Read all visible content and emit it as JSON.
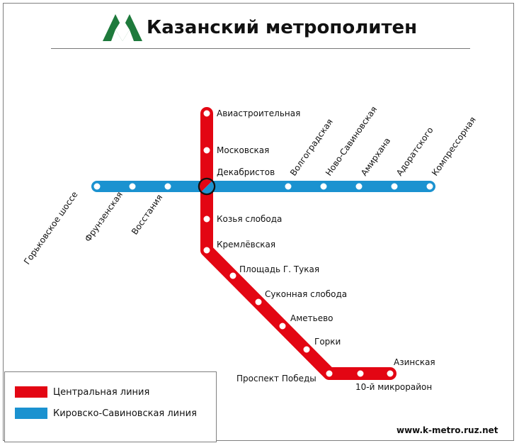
{
  "title": "Казанский метрополитен",
  "colors": {
    "central": "#e30613",
    "kirovsko": "#1b92d0",
    "logo": "#1e7a3c"
  },
  "icons": {
    "logo": "metro-m-logo",
    "interchange": "interchange-ring"
  },
  "central_line": {
    "name": "Центральная линия",
    "stations": [
      {
        "id": "aviastroitelnaya",
        "name": "Авиастроительная"
      },
      {
        "id": "moskovskaya",
        "name": "Московская"
      },
      {
        "id": "dekabristov",
        "name": "Декабристов"
      },
      {
        "id": "kozya-sloboda",
        "name": "Козья слобода"
      },
      {
        "id": "kremlyovskaya",
        "name": "Кремлёвская"
      },
      {
        "id": "ploshchad-tukaya",
        "name": "Площадь Г. Тукая"
      },
      {
        "id": "sukonnaya-sloboda",
        "name": "Суконная слобода"
      },
      {
        "id": "ametyevo",
        "name": "Аметьево"
      },
      {
        "id": "gorki",
        "name": "Горки"
      },
      {
        "id": "prospekt-pobedy",
        "name": "Проспект Победы"
      },
      {
        "id": "10-mikrorayon",
        "name": "10-й микрорайон"
      },
      {
        "id": "azinskaya",
        "name": "Азинская"
      }
    ]
  },
  "kirovsko_line": {
    "name": "Кировско-Савиновская линия",
    "stations": [
      {
        "id": "gorkovskoe-shosse",
        "name": "Горьковское шоссе"
      },
      {
        "id": "frunzenskaya",
        "name": "Фрунзенская"
      },
      {
        "id": "vosstaniya",
        "name": "Восстания"
      },
      {
        "id": "volgogradskaya",
        "name": "Волгоградская"
      },
      {
        "id": "novo-savinovskaya",
        "name": "Ново-Савиновская"
      },
      {
        "id": "amirkhana",
        "name": "Амирхана"
      },
      {
        "id": "adoratskogo",
        "name": "Адоратского"
      },
      {
        "id": "kompressornaya",
        "name": "Компрессорная"
      }
    ]
  },
  "legend": {
    "central": "Центральная линия",
    "kirovsko": "Кировско-Савиновская линия"
  },
  "website": "www.k-metro.ruz.net"
}
